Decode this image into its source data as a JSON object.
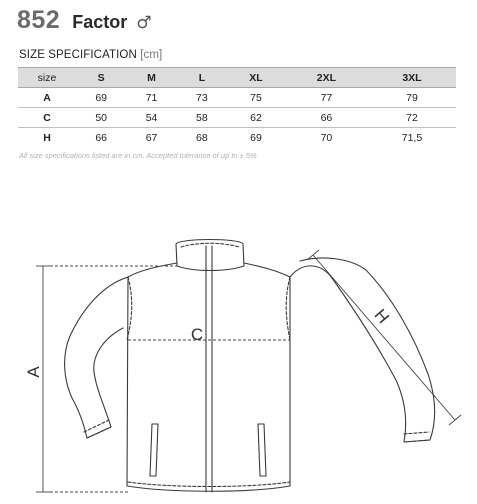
{
  "product": {
    "code": "852",
    "name": "Factor",
    "gender_symbol": "♂"
  },
  "spec": {
    "title": "SIZE SPECIFICATION",
    "unit": "[cm]"
  },
  "table": {
    "header": [
      "size",
      "S",
      "M",
      "L",
      "XL",
      "2XL",
      "3XL"
    ],
    "rows": [
      {
        "label": "A",
        "values": [
          "69",
          "71",
          "73",
          "75",
          "77",
          "79"
        ]
      },
      {
        "label": "C",
        "values": [
          "50",
          "54",
          "58",
          "62",
          "66",
          "72"
        ]
      },
      {
        "label": "H",
        "values": [
          "66",
          "67",
          "68",
          "69",
          "70",
          "71,5"
        ]
      }
    ]
  },
  "note": "All size specifications listed are in cm. Accepted tolerance of up to ± 5%",
  "diagram": {
    "label_a": "A",
    "label_c": "C",
    "label_h": "H"
  }
}
